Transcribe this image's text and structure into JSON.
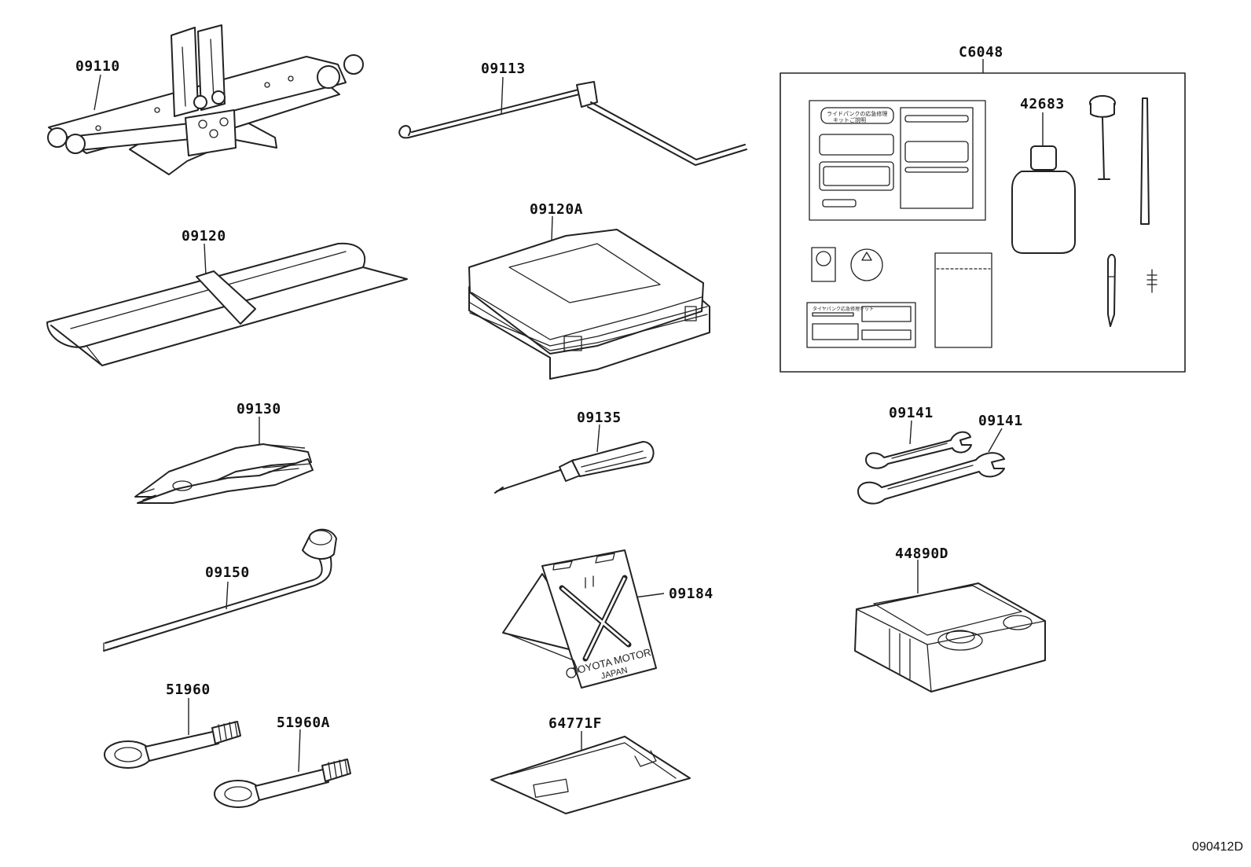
{
  "labels": {
    "p09110": "09110",
    "p09113": "09113",
    "pC6048": "C6048",
    "p42683": "42683",
    "p09120": "09120",
    "p09120A": "09120A",
    "p09130": "09130",
    "p09135": "09135",
    "p09141a": "09141",
    "p09141b": "09141",
    "p09150": "09150",
    "p09184": "09184",
    "p44890D": "44890D",
    "p51960": "51960",
    "p51960A": "51960A",
    "p64771F": "64771F"
  },
  "plate_text": {
    "line1": "TOYOTA MOTOR",
    "line2": "JAPAN"
  },
  "reference_code": "090412D"
}
